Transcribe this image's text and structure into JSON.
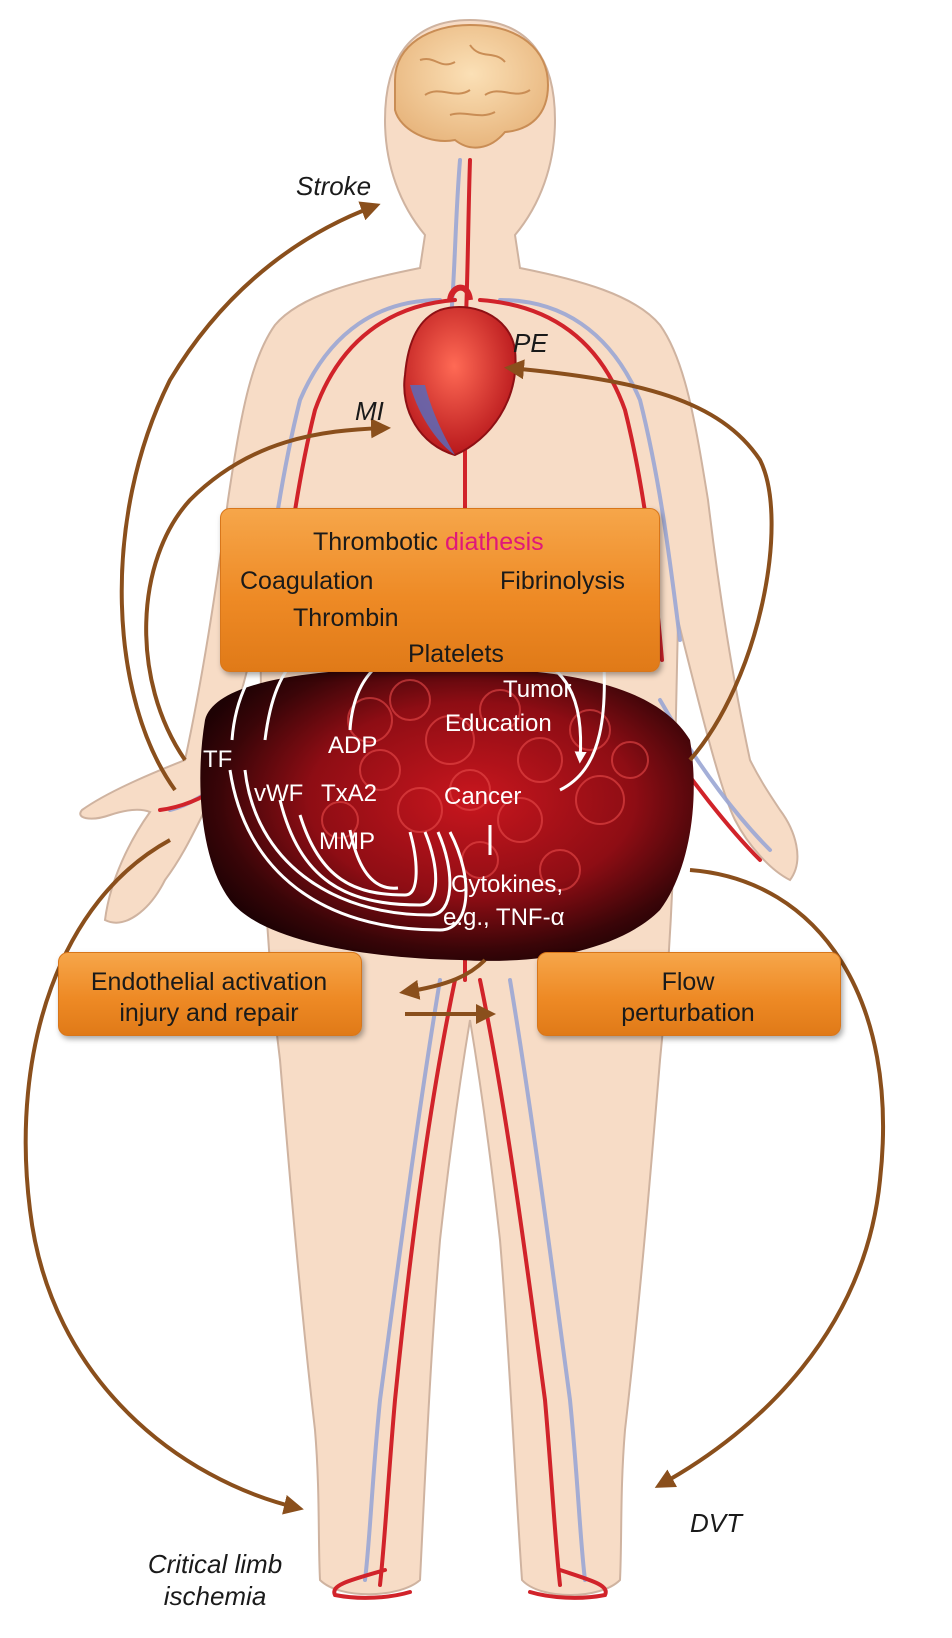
{
  "outcomes": {
    "stroke": "Stroke",
    "pe": "PE",
    "mi": "MI",
    "dvt": "DVT",
    "cli_line1": "Critical limb",
    "cli_line2": "ischemia"
  },
  "top_box": {
    "title_prefix": "Thrombotic ",
    "title_highlight": "diathesis",
    "coagulation": "Coagulation",
    "fibrinolysis": "Fibrinolysis",
    "thrombin": "Thrombin",
    "platelets": "Platelets"
  },
  "tumor": {
    "tumor": "Tumor",
    "education": "Education",
    "adp": "ADP",
    "tf": "TF",
    "vwf": "vWF",
    "txa2": "TxA2",
    "cancer": "Cancer",
    "mmp": "MMP",
    "cytokines_line1": "Cytokines,",
    "cytokines_line2": "e.g., TNF-α"
  },
  "left_box": {
    "line1": "Endothelial activation",
    "line2": "injury and repair"
  },
  "right_box": {
    "line1": "Flow",
    "line2": "perturbation"
  },
  "colors": {
    "skin": "#f7dcc6",
    "artery": "#d1232a",
    "vein": "#9aa6d4",
    "arrow_brown": "#8a4f1c",
    "box_orange": "#ee8a25",
    "highlight_pink": "#e0177a",
    "tumor_dark": "#3a0508"
  }
}
